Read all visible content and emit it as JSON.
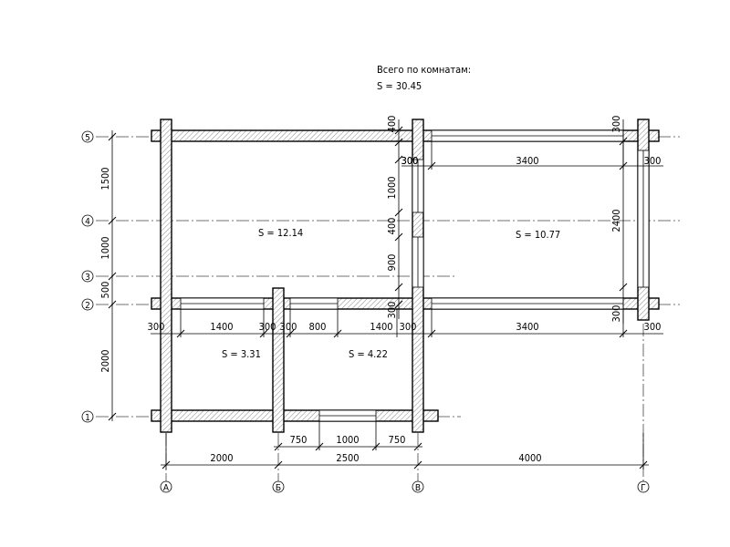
{
  "summary": {
    "title": "Всего по комнатам:",
    "total": "S  =  30.45"
  },
  "rooms": [
    {
      "label": "S  =  12.14"
    },
    {
      "label": "S  =  10.77"
    },
    {
      "label": "S  =  3.31"
    },
    {
      "label": "S  =  4.22"
    }
  ],
  "axes_horizontal": [
    {
      "label": "5"
    },
    {
      "label": "4"
    },
    {
      "label": "3"
    },
    {
      "label": "2"
    },
    {
      "label": "1"
    }
  ],
  "axes_vertical": [
    {
      "label": "А"
    },
    {
      "label": "Б"
    },
    {
      "label": "В"
    },
    {
      "label": "Г"
    }
  ],
  "dims": {
    "bottom_total": [
      "2000",
      "2500",
      "4000"
    ],
    "bottom_openings": [
      "750",
      "1000",
      "750"
    ],
    "row2": [
      "300",
      "1400",
      "300",
      "300",
      "800",
      "1400",
      "300",
      "3400",
      "300"
    ],
    "top_right_width": "3400",
    "top_right_left": "300",
    "top_right_right": "300",
    "left_vertical": [
      "1500",
      "1000",
      "500",
      "2000"
    ],
    "middle_vertical": [
      "400",
      "300",
      "1000",
      "400",
      "900",
      "300"
    ],
    "right_vertical": [
      "300",
      "2400",
      "300"
    ]
  }
}
